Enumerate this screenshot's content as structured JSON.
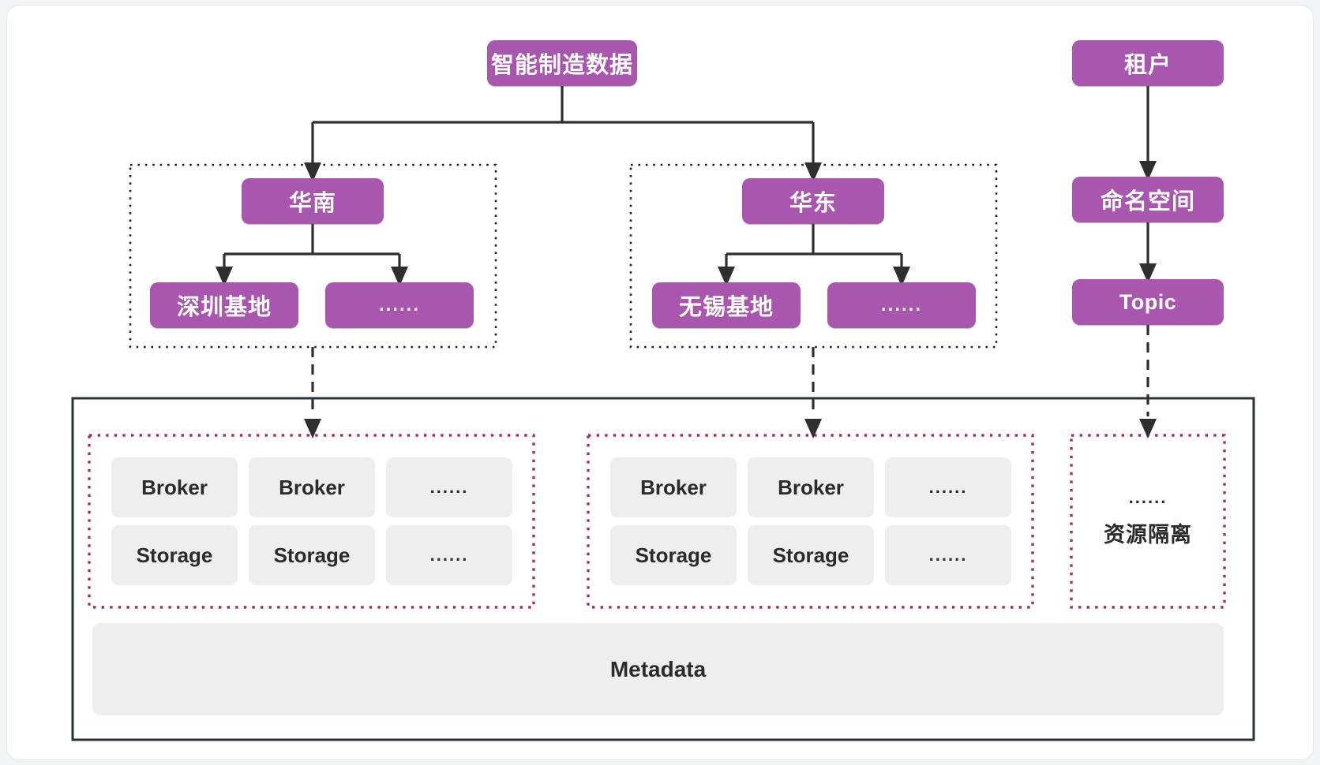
{
  "colors": {
    "purple": "#a956ae",
    "line": "#2f2f2f",
    "group-border": "#222222",
    "cluster-border": "#b02a62",
    "big-box-border": "#2b3138",
    "gray-box-bg": "#eeeeee",
    "dark-text": "#2b2b2b"
  },
  "nodes": {
    "root": "智能制造数据",
    "region_south": "华南",
    "base_shenzhen": "深圳基地",
    "south_more": "......",
    "region_east": "华东",
    "base_wuxi": "无锡基地",
    "east_more": "......",
    "tenant": "租户",
    "namespace": "命名空间",
    "topic": "Topic"
  },
  "clusters": {
    "left": {
      "cells": [
        "Broker",
        "Broker",
        "......",
        "Storage",
        "Storage",
        "......"
      ]
    },
    "middle": {
      "cells": [
        "Broker",
        "Broker",
        "......",
        "Storage",
        "Storage",
        "......"
      ]
    },
    "right": {
      "dots": "......",
      "label": "资源隔离"
    }
  },
  "metadata": {
    "label": "Metadata"
  }
}
